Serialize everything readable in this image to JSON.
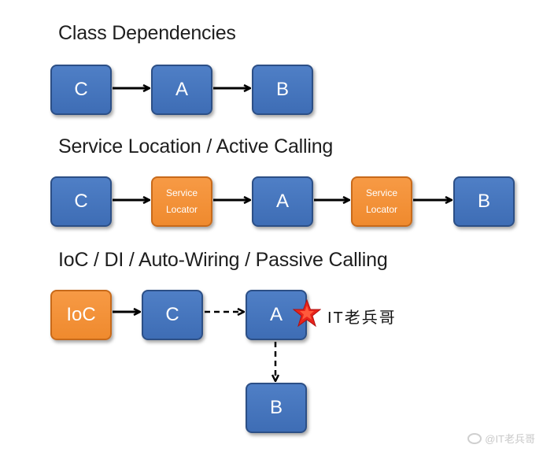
{
  "titles": {
    "class_dependencies": "Class Dependencies",
    "service_location": "Service Location / Active Calling",
    "ioc": "IoC / DI / Auto-Wiring / Passive Calling"
  },
  "row1": {
    "c": "C",
    "a": "A",
    "b": "B"
  },
  "row2": {
    "c": "C",
    "locator1": "Service\nLocator",
    "a": "A",
    "locator2": "Service\nLocator",
    "b": "B"
  },
  "row3": {
    "ioc": "IoC",
    "c": "C",
    "a": "A",
    "b": "B"
  },
  "watermark": {
    "text": "IT老兵哥",
    "weibo": "@IT老兵哥"
  },
  "colors": {
    "blue": "#4472c4",
    "orange": "#f5923e",
    "star": "#e8231b"
  }
}
